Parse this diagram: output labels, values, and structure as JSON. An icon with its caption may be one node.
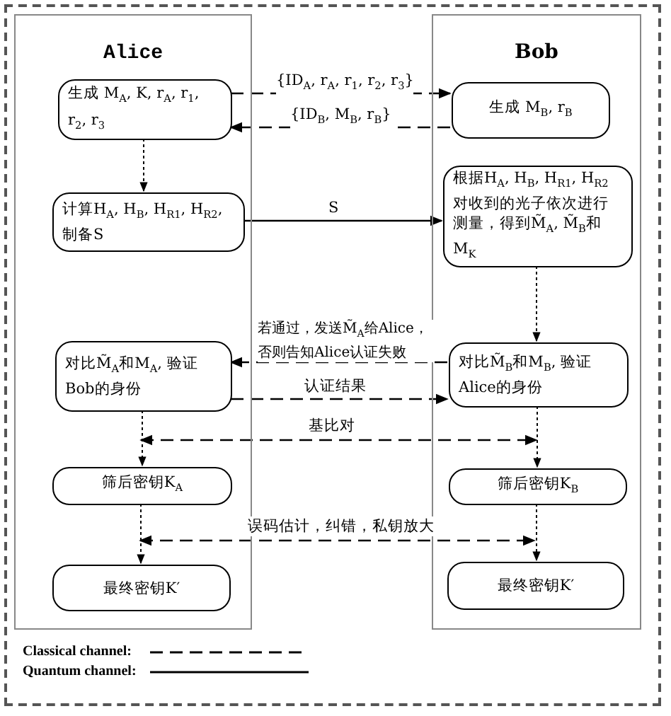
{
  "diagram": {
    "nodes": [
      {
        "text": [
          "Alice"
        ]
      },
      {
        "text": [
          "生成 M$_{A}$, K, r$_{A}$, r$_{1}$, r$_{2}$, r$_{3}$"
        ],
        "in": 0
      },
      {
        "text": [
          "计算H$_{A}$, H$_{B}$, H$_{R1}$, H$_{R2}$, 制备S"
        ],
        "in": 0
      },
      {
        "text": [
          "对比M̃$_{A}$和M$_{A}$, 验证Bob的身份"
        ],
        "in": 0
      },
      {
        "text": [
          "筛后密钥K$_{A}$"
        ],
        "in": 0
      },
      {
        "text": [
          "最终密钥K′"
        ],
        "in": 0
      },
      {
        "text": [
          "Bob"
        ]
      },
      {
        "text": [
          "生成 M$_{B}$, r$_{B}$"
        ],
        "in": 6
      },
      {
        "text": [
          "根据H$_{A}$, H$_{B}$, H$_{R1}$, H$_{R2}$对收到的光子依次进行测量，得到M̃$_{A}$, M̃$_{B}$和M$_{K}$"
        ],
        "in": 6
      },
      {
        "text": [
          "对比M̃$_{B}$和M$_{B}$, 验证Alice的身份"
        ],
        "in": 6
      },
      {
        "text": [
          "筛后密钥K$_{B}$"
        ],
        "in": 6
      },
      {
        "text": [
          "最终密钥K′"
        ],
        "in": 6
      }
    ],
    "edges": [
      {
        "from": 1,
        "to": 7,
        "arrow": "to",
        "style": "dashed",
        "label": "{ID$_{A}$, r$_{A}$, r$_{1}$, r$_{2}$, r$_{3}$}"
      },
      {
        "from": 7,
        "to": 1,
        "arrow": "to",
        "style": "dashed",
        "label": "{ID$_{B}$, M$_{B}$, r$_{B}$}"
      },
      {
        "from": 1,
        "to": 2,
        "arrow": "to",
        "style": "dashed"
      },
      {
        "from": 2,
        "to": 8,
        "arrow": "to",
        "label": "S"
      },
      {
        "from": 8,
        "to": 9,
        "arrow": "to",
        "style": "dashed"
      },
      {
        "from": 9,
        "to": 3,
        "arrow": "to",
        "style": "dashed",
        "label": "若通过，发送M̃$_{A}$给Alice，否则告知Alice认证失败"
      },
      {
        "from": 3,
        "to": 9,
        "arrow": "to",
        "style": "dashed",
        "label": "认证结果"
      },
      {
        "from": 3,
        "to": 4,
        "arrow": "to",
        "style": "dashed"
      },
      {
        "from": 9,
        "to": 10,
        "arrow": "to",
        "style": "dashed"
      },
      {
        "from": 4,
        "to": 10,
        "arrow": "both",
        "style": "dashed",
        "label": "基比对"
      },
      {
        "from": 4,
        "to": 5,
        "arrow": "to",
        "style": "dashed"
      },
      {
        "from": 10,
        "to": 11,
        "arrow": "to",
        "style": "dashed"
      },
      {
        "from": 5,
        "to": 11,
        "arrow": "both",
        "style": "dashed",
        "label": "误码估计，纠错，私钥放大"
      }
    ],
    "legend": [
      {
        "text": "Classical channel:"
      },
      {
        "text": "Quantum channel:"
      }
    ]
  }
}
